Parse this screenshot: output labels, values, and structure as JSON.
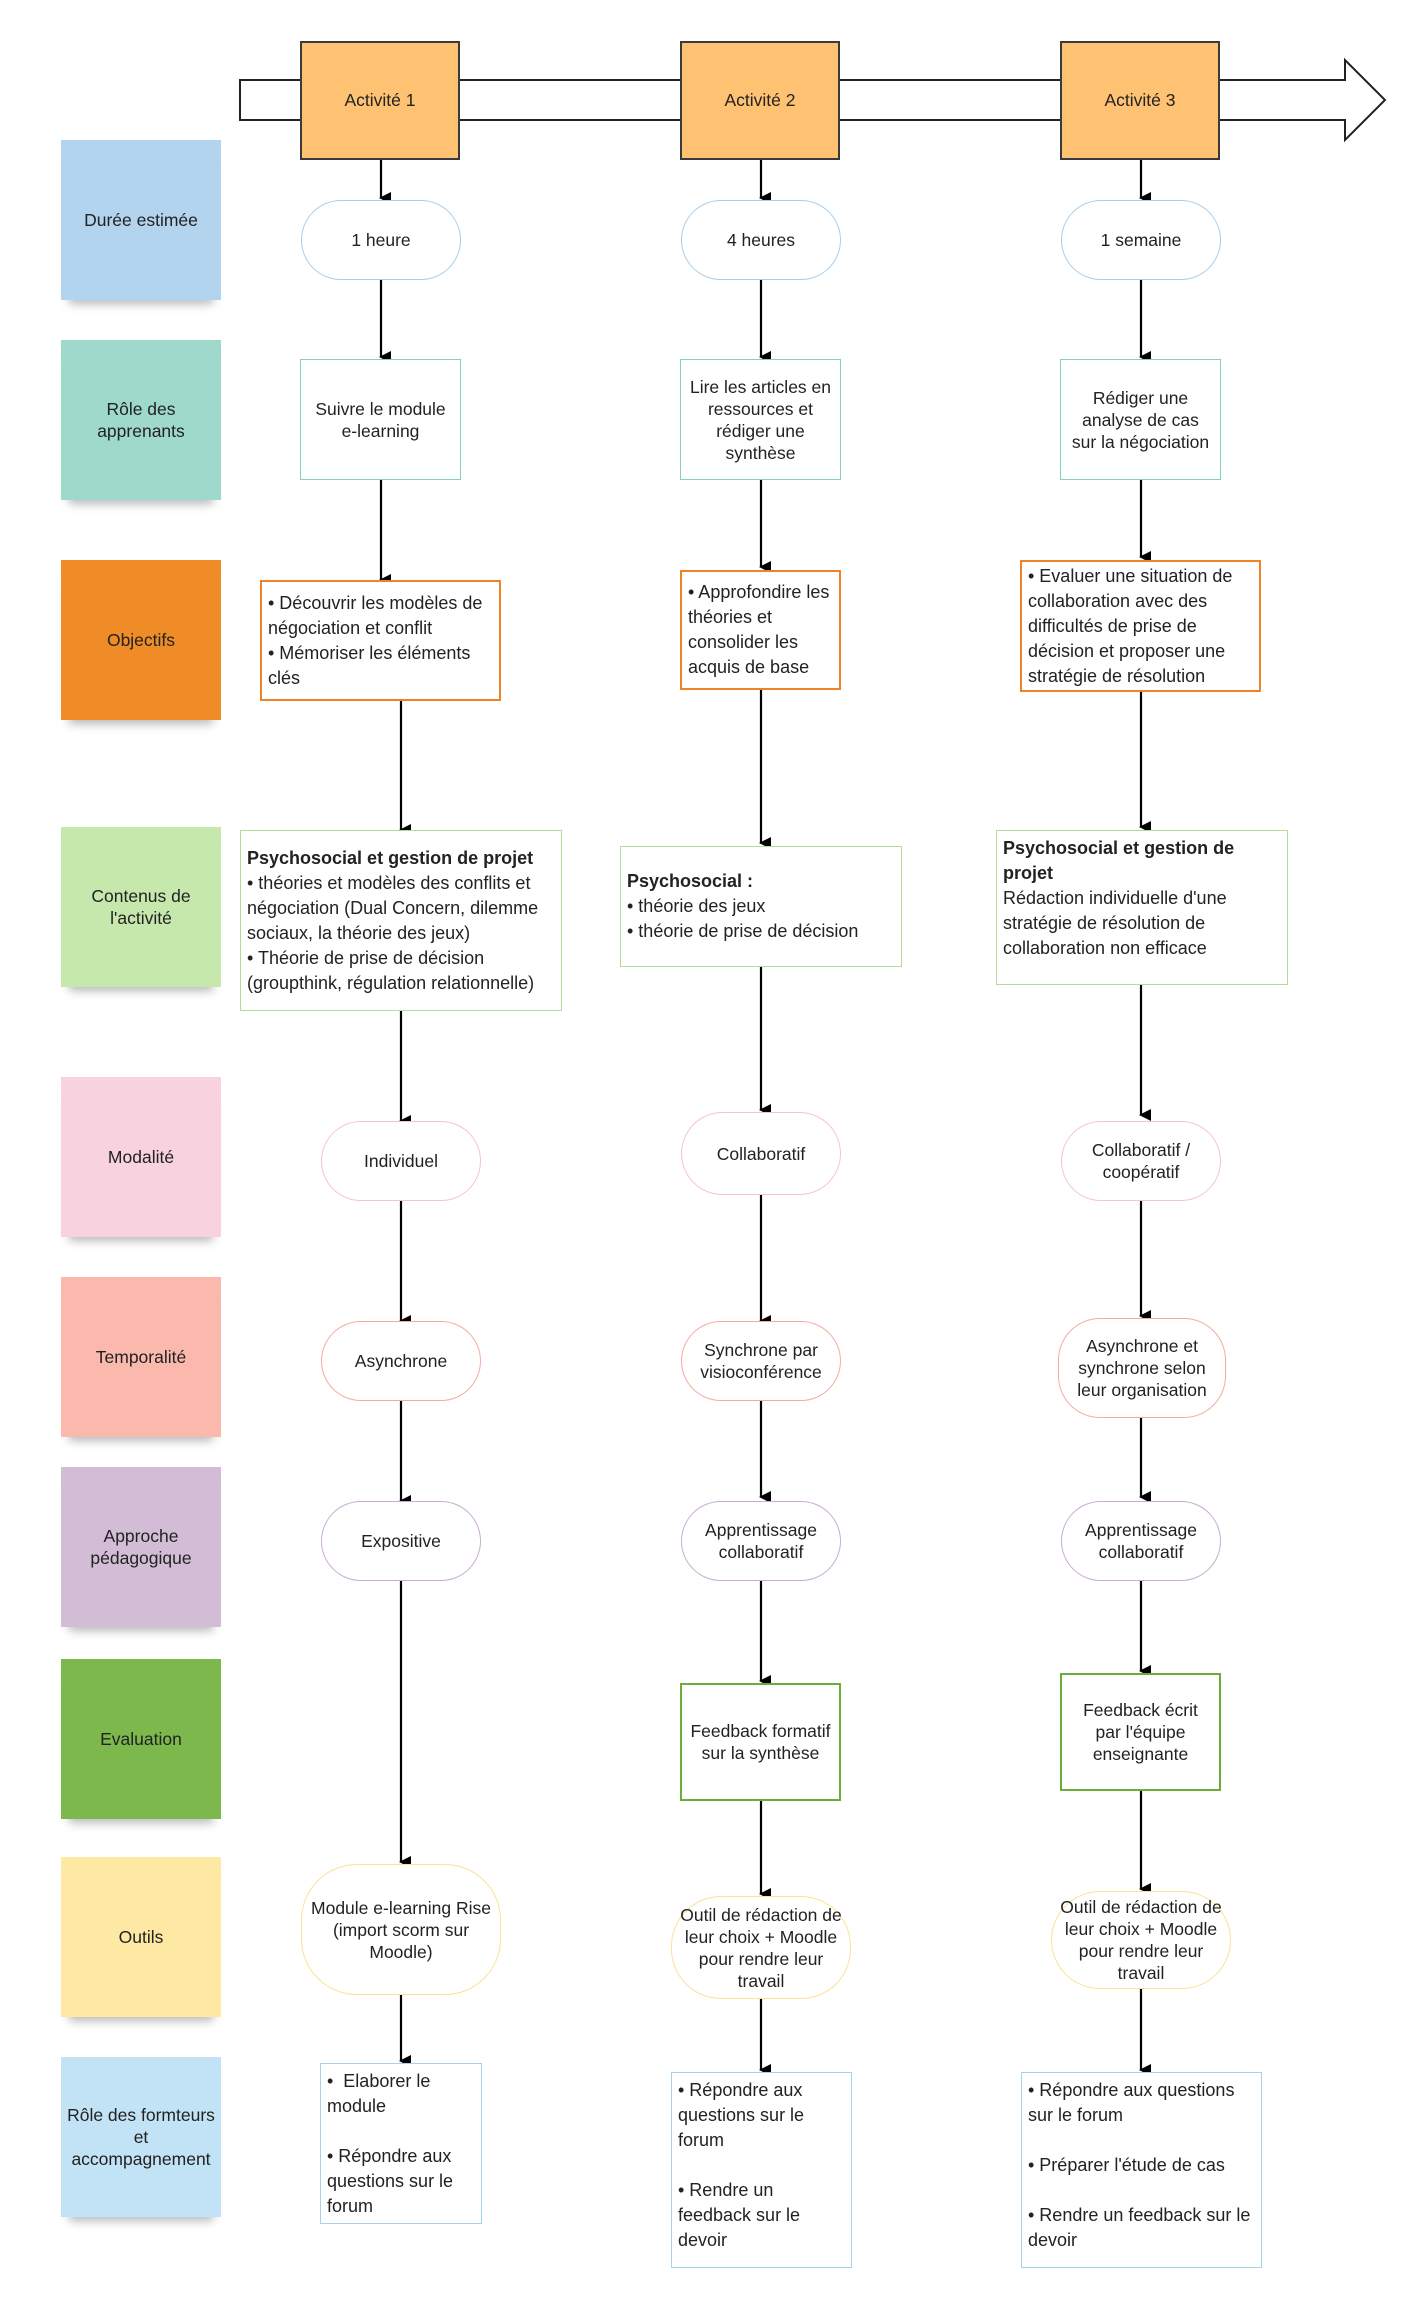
{
  "activities": [
    "Activité 1",
    "Activité 2",
    "Activité 3"
  ],
  "rows": [
    {
      "label": "Durée estimée",
      "color": "#b3d4ef"
    },
    {
      "label": "Rôle des apprenants",
      "color": "#9fd9cb"
    },
    {
      "label": "Objectifs",
      "color": "#ef8c27"
    },
    {
      "label": "Contenus de l'activité",
      "color": "#c6e8ad"
    },
    {
      "label": "Modalité",
      "color": "#f8d3df"
    },
    {
      "label": "Temporalité",
      "color": "#fbb9ad"
    },
    {
      "label": "Approche pédagogique",
      "color": "#d3bdd6"
    },
    {
      "label": "Evaluation",
      "color": "#7cb84c"
    },
    {
      "label": "Outils",
      "color": "#fde9a4"
    },
    {
      "label": "Rôle des formteurs et accompagnement",
      "color": "#c1e3f5"
    }
  ],
  "cells": {
    "duree": [
      "1 heure",
      "4 heures",
      "1 semaine"
    ],
    "role_apprenants": [
      "Suivre le module e-learning",
      "Lire les articles en ressources et rédiger une synthèse",
      "Rédiger une analyse de cas sur la négociation"
    ],
    "objectifs": [
      [
        "• Découvrir les modèles de négociation et conflit",
        "• Mémoriser les éléments clés"
      ],
      [
        "• Approfondire les théories et consolider les acquis de base"
      ],
      [
        "• Evaluer une situation de collaboration avec des difficultés de prise de décision et proposer une stratégie de résolution"
      ]
    ],
    "contenus": [
      {
        "title": "Psychosocial et gestion de projet",
        "lines": [
          "• théories et modèles des conflits et négociation (Dual Concern, dilemme sociaux, la théorie des jeux)",
          "• Théorie de prise de décision (groupthink, régulation relationnelle)"
        ]
      },
      {
        "title": "Psychosocial :",
        "lines": [
          "• théorie des jeux",
          "• théorie de prise de décision"
        ]
      },
      {
        "title": "Psychosocial et gestion de projet",
        "lines": [
          "Rédaction individuelle d'une stratégie de résolution de collaboration non efficace"
        ]
      }
    ],
    "modalite": [
      "Individuel",
      "Collaboratif",
      "Collaboratif / coopératif"
    ],
    "temporalite": [
      "Asynchrone",
      "Synchrone par visioconférence",
      "Asynchrone et synchrone selon leur organisation"
    ],
    "approche": [
      "Expositive",
      "Apprentissage collaboratif",
      "Apprentissage collaboratif"
    ],
    "evaluation": [
      "",
      "Feedback formatif sur la synthèse",
      "Feedback écrit par l'équipe enseignante"
    ],
    "outils": [
      "Module e-learning Rise (import scorm sur Moodle)",
      "Outil de rédaction de leur choix + Moodle pour rendre leur travail",
      "Outil de rédaction de leur choix + Moodle pour rendre leur travail"
    ],
    "formateurs": [
      [
        "•  Elaborer le module",
        "",
        "• Répondre aux questions sur le forum"
      ],
      [
        "• Répondre aux questions sur le forum",
        "",
        "• Rendre un feedback sur le devoir"
      ],
      [
        "• Répondre aux questions sur le forum",
        "",
        "• Préparer l'étude de cas",
        "",
        "• Rendre un feedback sur le devoir"
      ]
    ]
  },
  "colors": {
    "activity_box": "#ffc272",
    "border_duree": "#a9cfea",
    "border_role": "#84cfbd",
    "border_objectifs": "#ee8326",
    "border_contenus": "#b4dc98",
    "border_modalite": "#f5c4d3",
    "border_temporalite": "#f5aaa0",
    "border_approche": "#c7acd0",
    "border_evaluation": "#6aad3b",
    "border_outils": "#fbe296",
    "border_formateurs": "#a6d3ec"
  }
}
